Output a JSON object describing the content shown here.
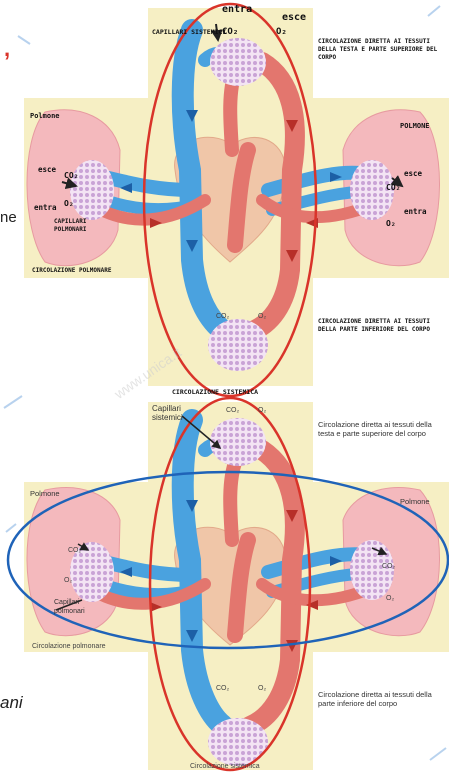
{
  "colors": {
    "oxygenated": "#e3766e",
    "deoxygenated": "#4aa2df",
    "panel": "#f6efc4",
    "lung": "#f4b9bd",
    "capillary": "#c9a3d6",
    "ellipse_red": "#d9342a",
    "ellipse_blue": "#1f63b8"
  },
  "top": {
    "capillari_sistemici": "CAPILLARI SISTEMICI",
    "entra": "entra",
    "esce": "esce",
    "co2": "CO₂",
    "o2": "O₂",
    "circ_testa": "CIRCOLAZIONE DIRETTA AI TESSUTI DELLA TESTA E PARTE SUPERIORE DEL CORPO",
    "polmone_left": "Polmone",
    "polmone_right": "POLMONE",
    "capillari_polmonari": "CAPILLARI POLMONARI",
    "circ_polmonare": "CIRCOLAZIONE POLMONARE",
    "circ_inferiore": "CIRCOLAZIONE DIRETTA AI TESSUTI DELLA PARTE INFERIORE DEL CORPO",
    "circ_sistemica": "CIRCOLAZIONE SISTEMICA"
  },
  "bottom": {
    "capillari_sistemici": "Capillari sistemici",
    "circ_testa": "Circolazione diretta ai tessuti della testa e parte superiore del corpo",
    "polmone_left": "Polmone",
    "polmone_right": "Polmone",
    "co2": "CO₂",
    "o2": "O₂",
    "capillari_polmonari": "Capillari polmonari",
    "circ_polmonare": "Circolazione polmonare",
    "circ_inferiore": "Circolazione diretta ai tessuti della parte inferiore del corpo",
    "circ_sistemica": "Circolazione sistemica"
  },
  "edge": {
    "comma": ",",
    "ne": "ne",
    "ani": "ani"
  },
  "watermark": "www.unica.it"
}
